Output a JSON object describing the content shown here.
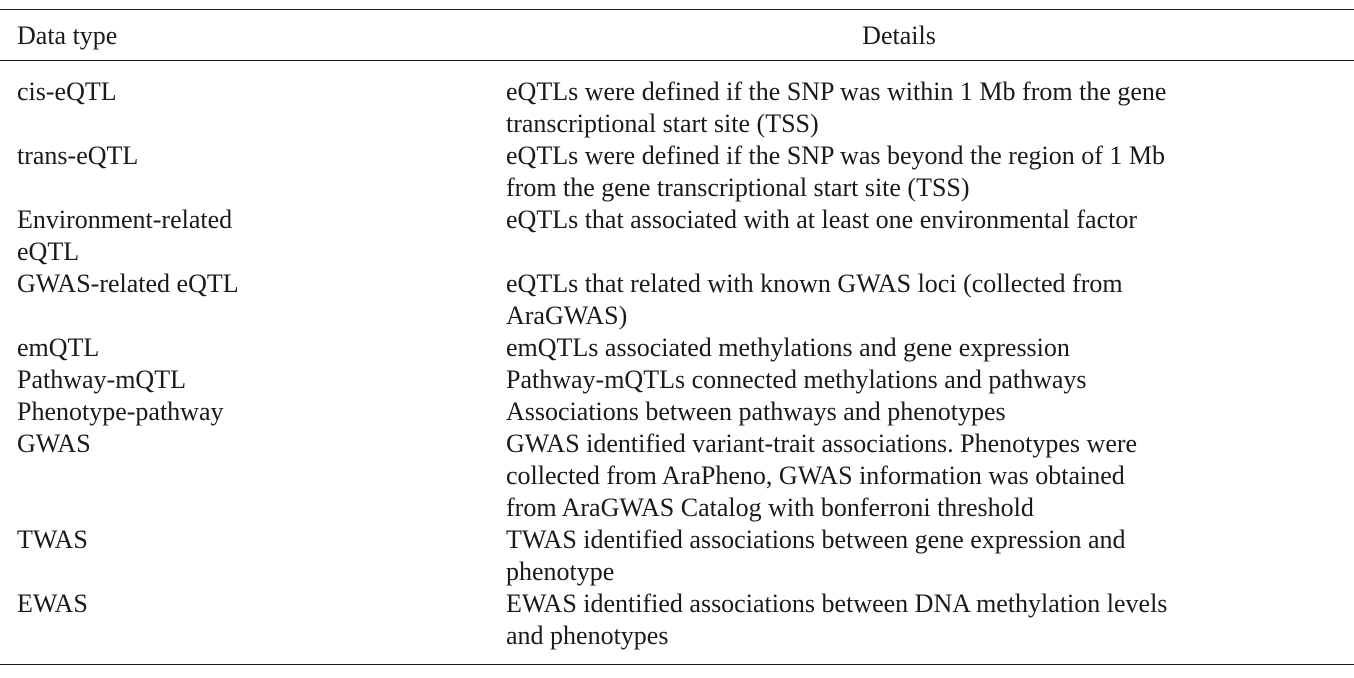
{
  "table": {
    "headers": {
      "data_type": "Data type",
      "details": "Details"
    },
    "rows": [
      {
        "type": "cis-eQTL",
        "details": [
          "eQTLs were defined if the SNP was within 1 Mb from the gene",
          "transcriptional start site (TSS)"
        ]
      },
      {
        "type": "trans-eQTL",
        "details": [
          "eQTLs were defined if the SNP was beyond the region of 1 Mb",
          "from the gene transcriptional start site (TSS)"
        ]
      },
      {
        "type": [
          "Environment-related",
          "eQTL"
        ],
        "details": [
          "eQTLs that associated with at least one environmental factor"
        ]
      },
      {
        "type": "GWAS-related eQTL",
        "details": [
          "eQTLs that related with known GWAS loci (collected from",
          "AraGWAS)"
        ]
      },
      {
        "type": "emQTL",
        "details": [
          "emQTLs associated methylations and gene expression"
        ]
      },
      {
        "type": "Pathway-mQTL",
        "details": [
          "Pathway-mQTLs connected methylations and pathways"
        ]
      },
      {
        "type": "Phenotype-pathway",
        "details": [
          "Associations between pathways and phenotypes"
        ]
      },
      {
        "type": "GWAS",
        "details": [
          "GWAS identified variant-trait associations. Phenotypes were",
          "collected from AraPheno, GWAS information was obtained",
          "from AraGWAS Catalog with bonferroni threshold"
        ]
      },
      {
        "type": "TWAS",
        "details": [
          "TWAS identified associations between gene expression and",
          "phenotype"
        ]
      },
      {
        "type": "EWAS",
        "details": [
          "EWAS identified associations between DNA methylation levels",
          "and phenotypes"
        ]
      }
    ]
  }
}
